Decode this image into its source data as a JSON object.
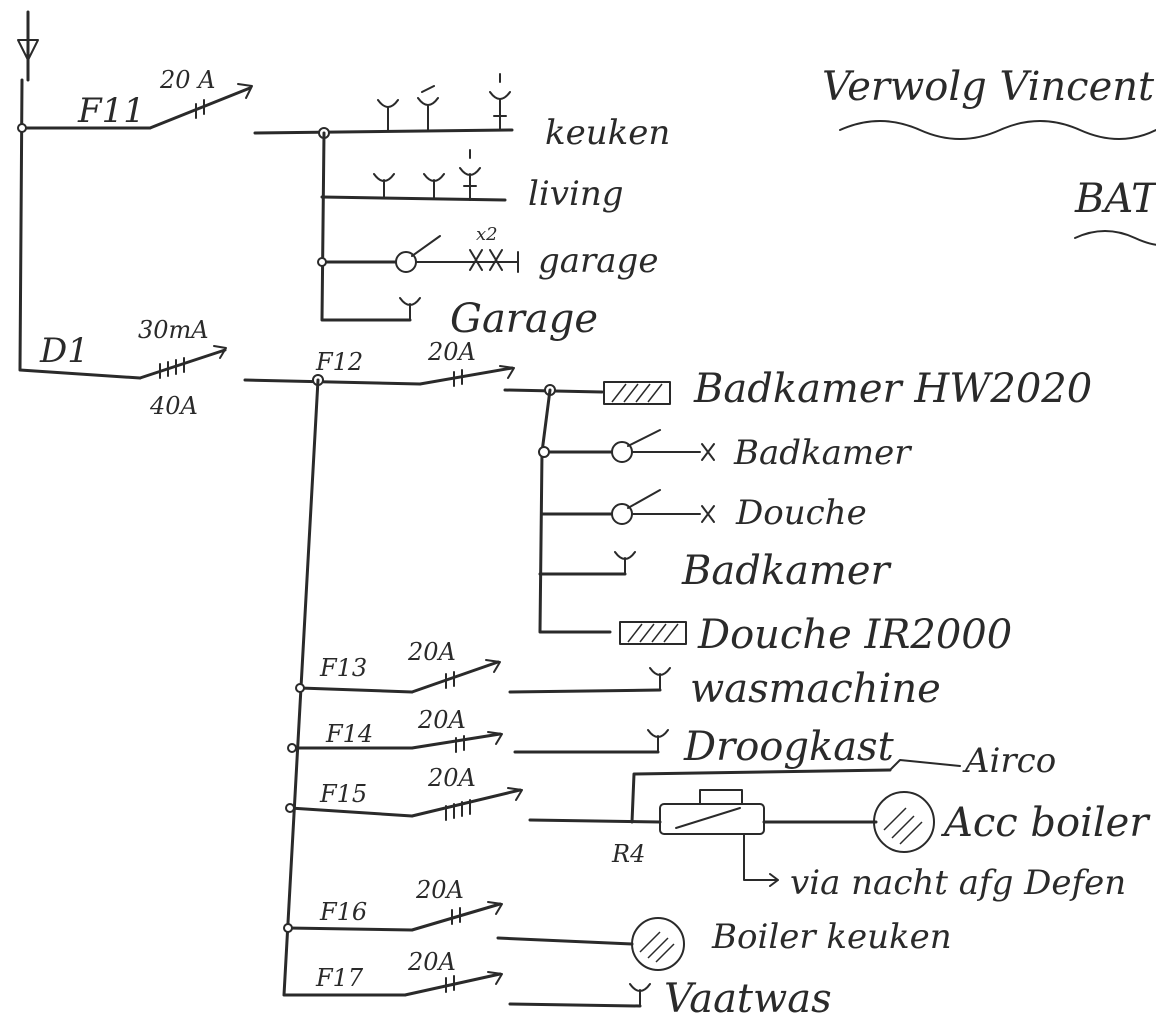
{
  "header": {
    "title": "Verwolg Vincent A",
    "subtitle": "BAT"
  },
  "main_feed": {
    "breaker_f11": {
      "label": "F11",
      "rating": "20 A"
    },
    "differential_d1": {
      "label": "D1",
      "rating_top": "30mA",
      "rating_bottom": "40A"
    }
  },
  "circuits_f11": [
    {
      "label": "keuken"
    },
    {
      "label": "living"
    },
    {
      "label": "garage",
      "count": "x2"
    },
    {
      "label": "Garage"
    }
  ],
  "breaker_f12": {
    "label": "F12",
    "rating": "20A"
  },
  "circuits_f12": [
    {
      "label": "Badkamer HW2020"
    },
    {
      "label": "Badkamer"
    },
    {
      "label": "Douche"
    },
    {
      "label": "Badkamer"
    },
    {
      "label": "Douche IR2000"
    }
  ],
  "breakers_lower": [
    {
      "label": "F13",
      "rating": "20A",
      "load": "wasmachine"
    },
    {
      "label": "F14",
      "rating": "20A",
      "load": "Droogkast"
    },
    {
      "label": "F15",
      "rating": "20A",
      "load": "Acc boiler",
      "relay": "R4",
      "extra_load": "Airco",
      "note": "via nacht afg Defen"
    },
    {
      "label": "F16",
      "rating": "20A",
      "load": "Boiler keuken"
    },
    {
      "label": "F17",
      "rating": "20A",
      "load": "Vaatwas"
    }
  ]
}
